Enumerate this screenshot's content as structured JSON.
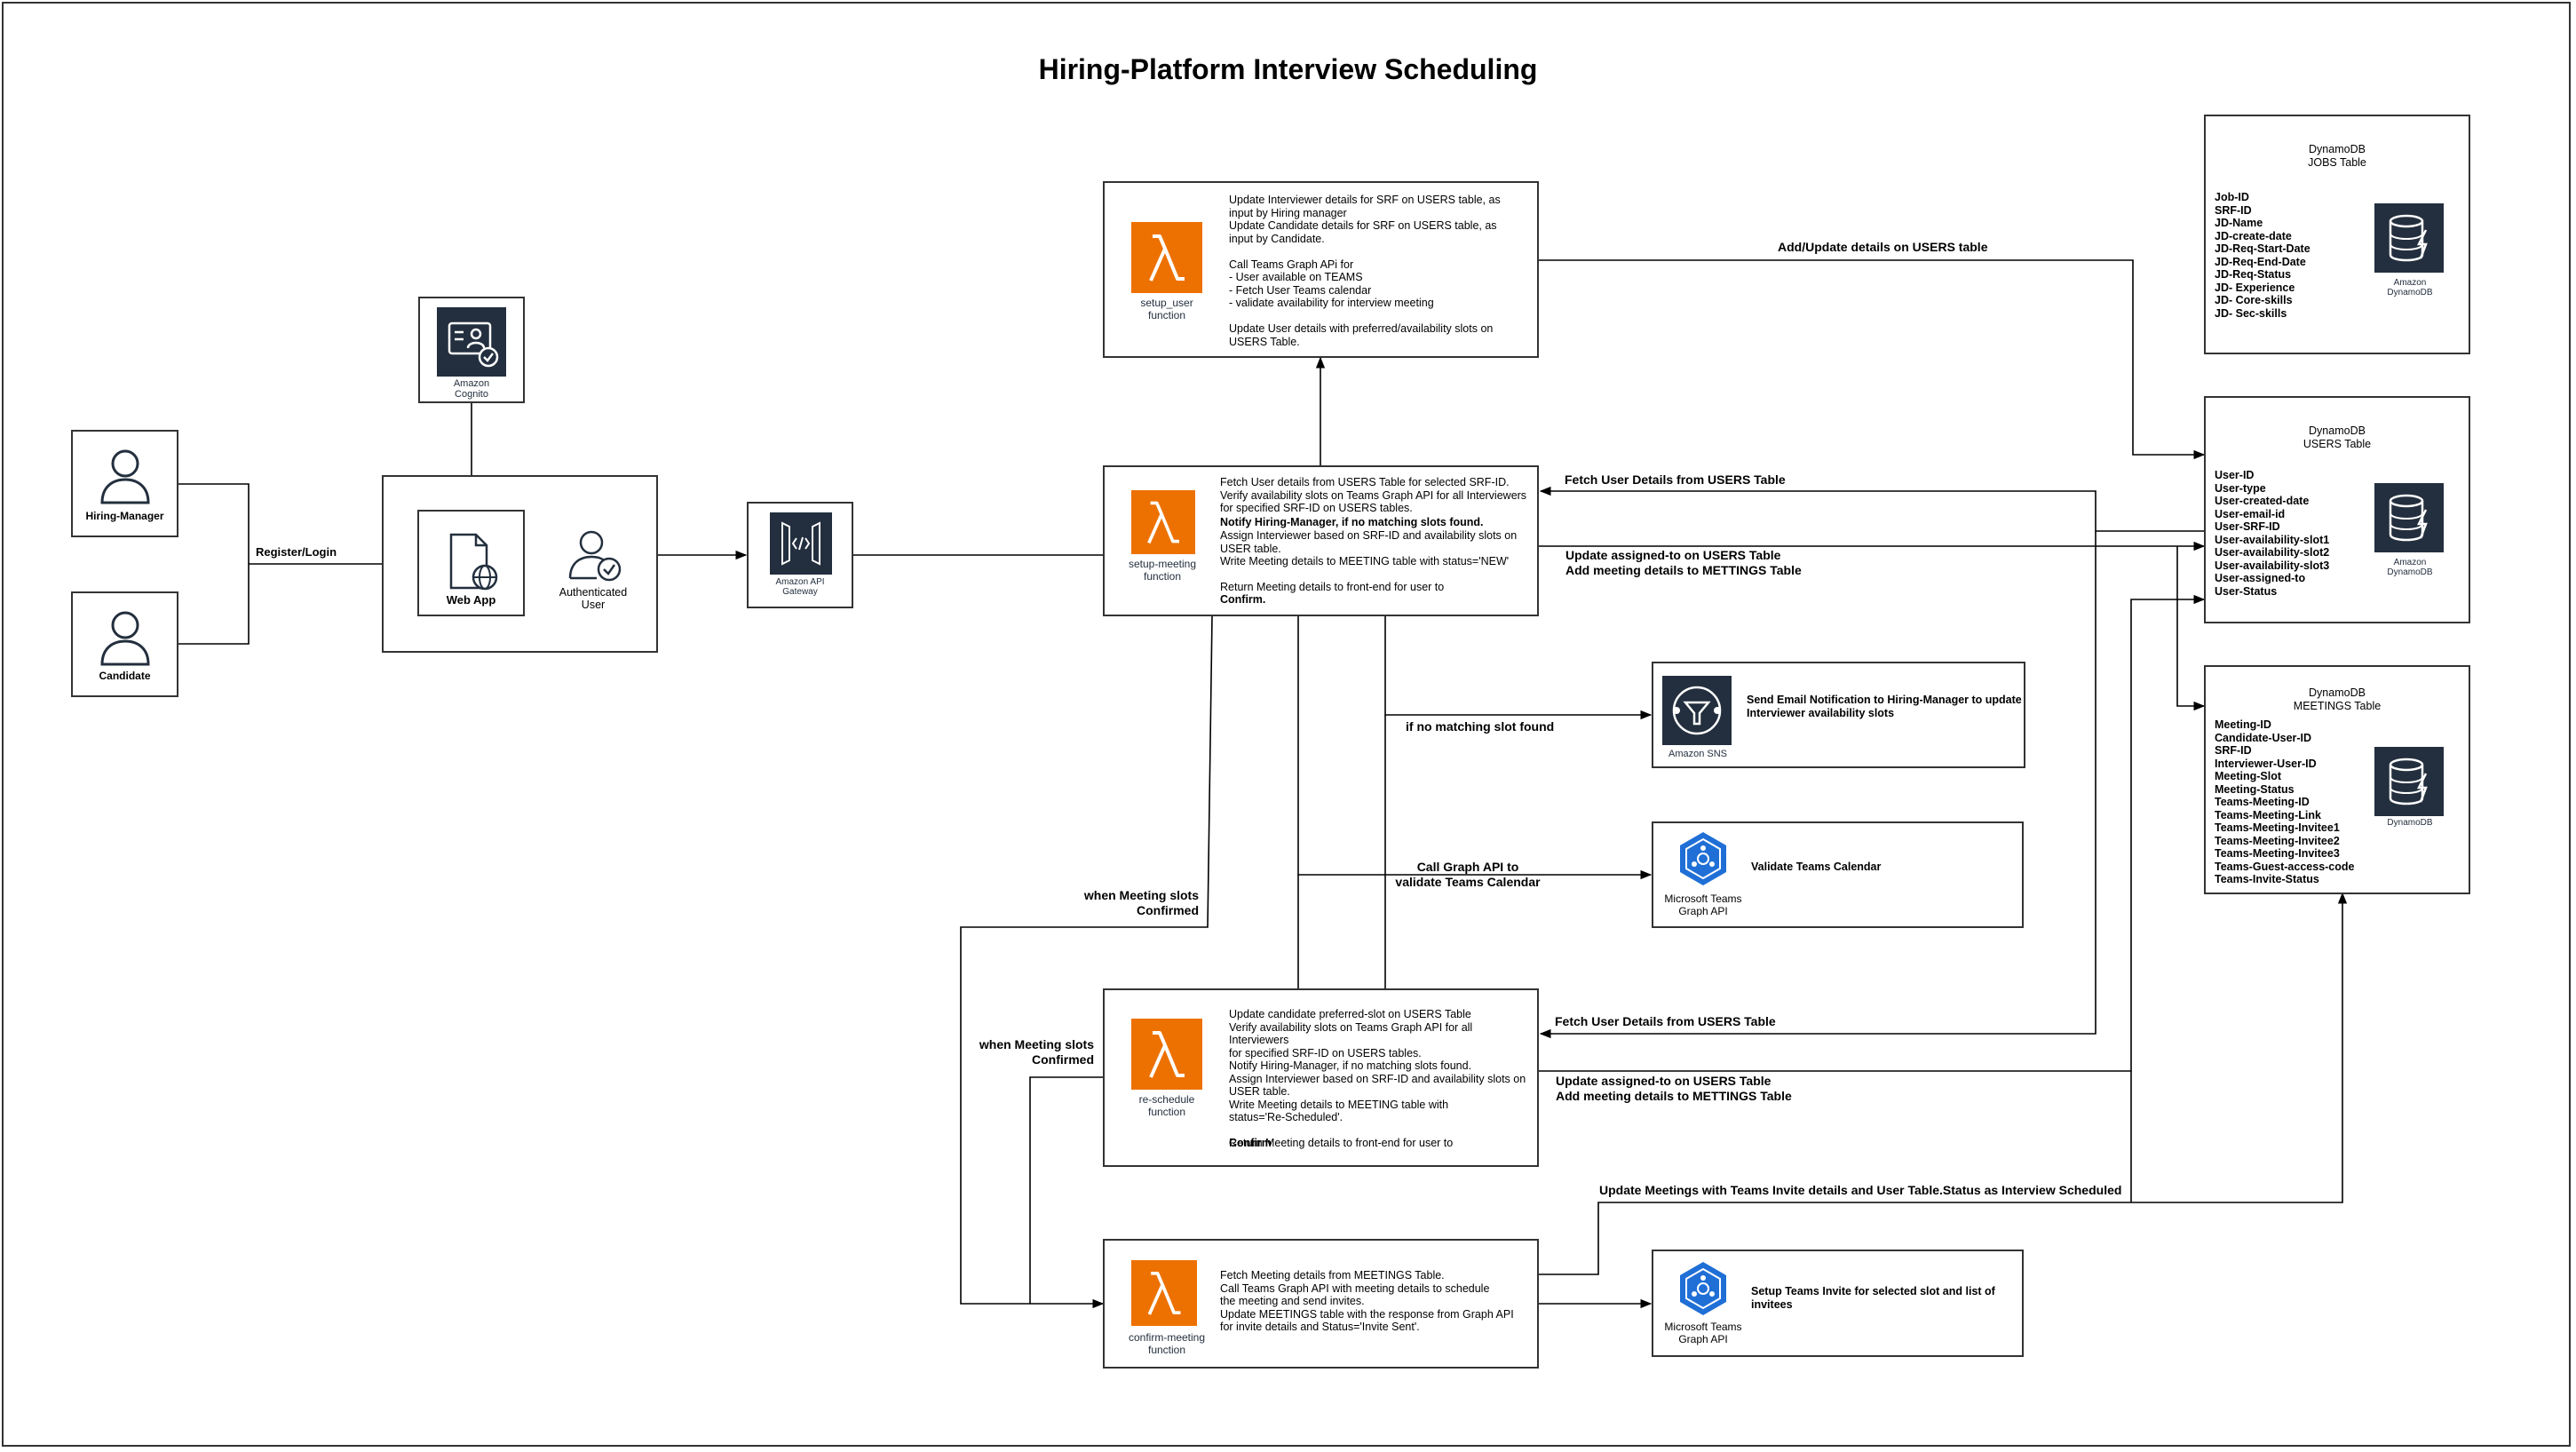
{
  "title": "Hiring-Platform Interview Scheduling",
  "actors": {
    "hiring_manager": "Hiring-Manager",
    "candidate": "Candidate"
  },
  "cognito": {
    "label": "Amazon\nCognito"
  },
  "webapp": {
    "label": "Web App",
    "user_label": "Authenticated\nUser"
  },
  "api_gateway": {
    "label": "Amazon API\nGateway"
  },
  "functions": {
    "setup_user": {
      "label": "setup_user\nfunction",
      "desc": "Update Interviewer details for SRF on USERS table, as\ninput by Hiring manager\nUpdate Candidate details for SRF on USERS table, as\ninput by Candidate.\n\nCall Teams Graph APi for\n- User available on TEAMS\n- Fetch User Teams calendar\n- validate availability for interview meeting\n\nUpdate User details with preferred/availability slots on\nUSERS Table."
    },
    "setup_meeting": {
      "label": "setup-meeting\nfunction",
      "desc_a": "Fetch User details from USERS Table for selected SRF-ID.\nVerify availability slots on Teams Graph API for all Interviewers\nfor specified SRF-ID on USERS tables.",
      "desc_b": "Notify Hiring-Manager, if no matching slots found.",
      "desc_c": "Assign Interviewer based on SRF-ID and availability slots on\nUSER table.\nWrite Meeting details to MEETING table with status='NEW'\n\nReturn Meeting details to front-end for user to",
      "desc_d": "Confirm."
    },
    "reschedule": {
      "label": "re-schedule\nfunction",
      "desc_a": "Update candidate preferred-slot on USERS Table\nVerify availability slots on Teams Graph API for all Interviewers\nfor specified SRF-ID on USERS tables.\nNotify Hiring-Manager, if no matching slots found.\nAssign Interviewer based on SRF-ID and availability slots on\nUSER table.\nWrite Meeting details to MEETING table with\nstatus='Re-Scheduled'.\n\nReturn Meeting details to front-end for user to",
      "desc_b": "Confirm"
    },
    "confirm_meeting": {
      "label": "confirm-meeting\nfunction",
      "desc": "Fetch Meeting details from MEETINGS Table.\nCall Teams Graph API with meeting details to schedule\nthe meeting and send invites.\nUpdate MEETINGS table with the response from Graph API\nfor invite details and Status='Invite Sent'."
    }
  },
  "sns": {
    "label": "Amazon SNS",
    "desc": "Send Email Notification to Hiring-Manager to update\nInterviewer availability slots"
  },
  "graph_validate": {
    "label": "Microsoft Teams\nGraph API",
    "desc": "Validate Teams Calendar"
  },
  "graph_invite": {
    "label": "Microsoft Teams\nGraph API",
    "desc": "Setup Teams Invite for selected slot and list of\ninvitees"
  },
  "tables": {
    "jobs": {
      "header": "DynamoDB\nJOBS Table",
      "fields": "Job-ID\nSRF-ID\nJD-Name\nJD-create-date\nJD-Req-Start-Date\nJD-Req-End-Date\nJD-Req-Status\nJD- Experience\nJD- Core-skills\nJD- Sec-skills",
      "icon_label": "Amazon\nDynamoDB"
    },
    "users": {
      "header": "DynamoDB\nUSERS Table",
      "fields": "User-ID\nUser-type\nUser-created-date\nUser-email-id\nUser-SRF-ID\nUser-availability-slot1\nUser-availability-slot2\nUser-availability-slot3\nUser-assigned-to\nUser-Status",
      "icon_label": "Amazon\nDynamoDB"
    },
    "meetings": {
      "header": "DynamoDB\nMEETINGS Table",
      "fields": "Meeting-ID\nCandidate-User-ID\nSRF-ID\nInterviewer-User-ID\nMeeting-Slot\nMeeting-Status\nTeams-Meeting-ID\nTeams-Meeting-Link\nTeams-Meeting-Invitee1\nTeams-Meeting-Invitee2\nTeams-Meeting-Invitee3\nTeams-Guest-access-code\nTeams-Invite-Status",
      "icon_label": "DynamoDB"
    }
  },
  "edges": {
    "register_login": "Register/Login",
    "add_update_users": "Add/Update details on USERS table",
    "fetch_users_1": "Fetch User Details from USERS Table",
    "update_assigned_1": "Update assigned-to on USERS Table\nAdd meeting details to METTINGS Table",
    "no_matching": "if no matching slot found",
    "call_graph": "Call Graph API to\nvalidate Teams Calendar",
    "meeting_confirmed_1": "when Meeting slots\nConfirmed",
    "meeting_confirmed_2": "when Meeting slots\nConfirmed",
    "fetch_users_2": "Fetch User Details from USERS Table",
    "update_assigned_2": "Update assigned-to on USERS Table\nAdd meeting details to METTINGS Table",
    "update_meetings_invite": "Update Meetings with Teams Invite details and User Table.Status as Interview Scheduled"
  },
  "colors": {
    "lambda": "#ED7100",
    "aws_dark": "#232F3E",
    "teams_blue": "#1F6FD6",
    "line": "#000000"
  }
}
